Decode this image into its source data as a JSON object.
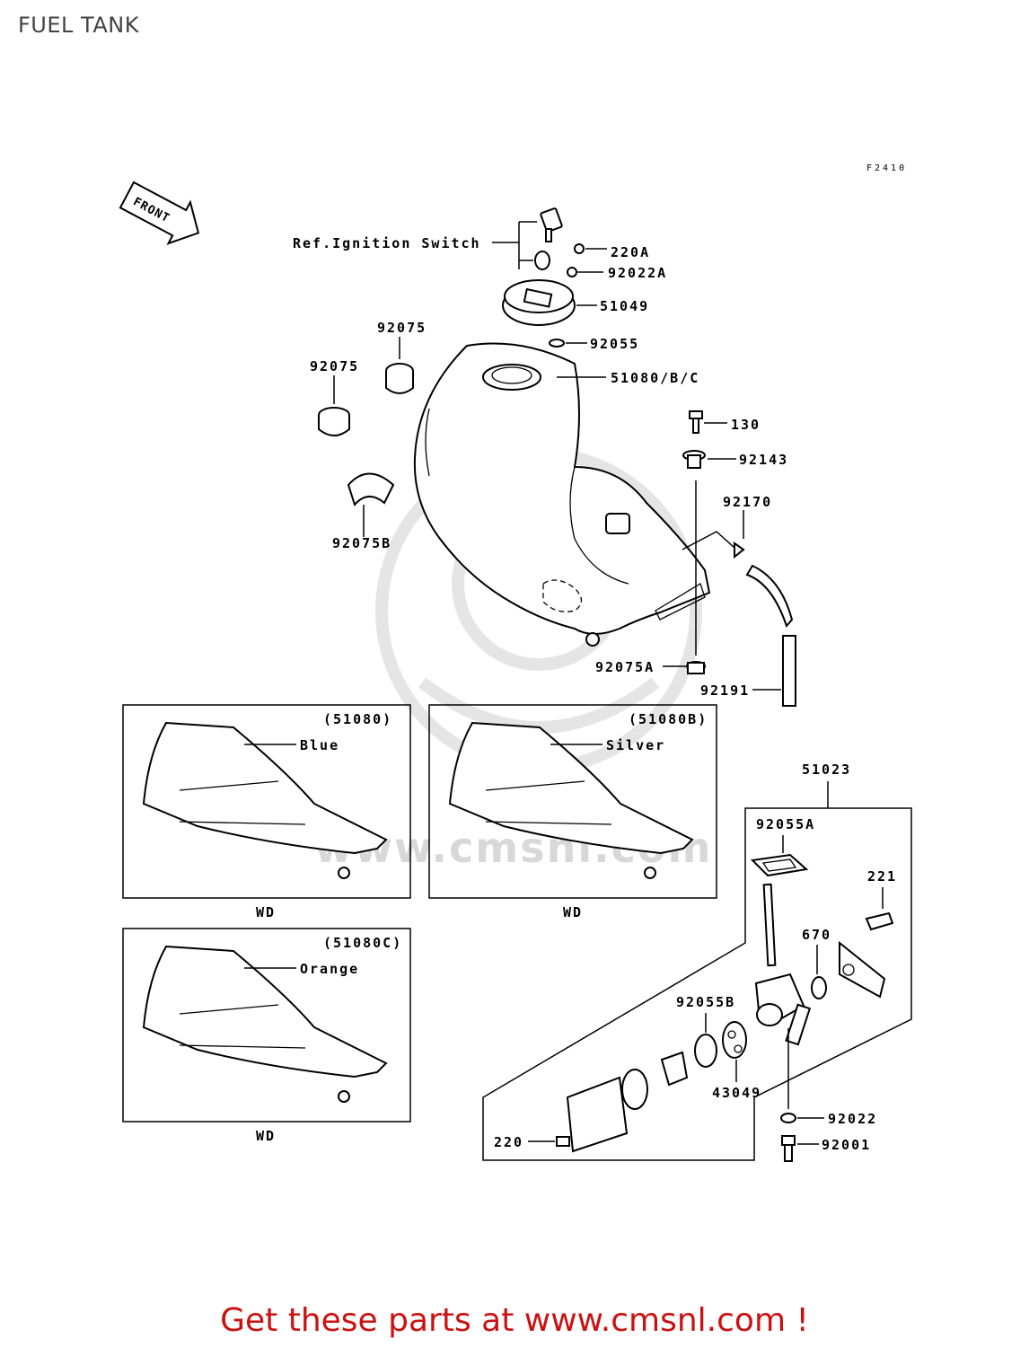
{
  "page": {
    "title": "FUEL TANK"
  },
  "figure": {
    "code": "F2410",
    "front_label": "FRONT"
  },
  "callouts": {
    "ref_ignition": "Ref.Ignition Switch",
    "p220A": "220A",
    "p92022A": "92022A",
    "p51049": "51049",
    "p92055": "92055",
    "p51080BC": "51080/B/C",
    "p92075_a": "92075",
    "p92075_b": "92075",
    "p92075B": "92075B",
    "p130": "130",
    "p92143": "92143",
    "p92170": "92170",
    "p92075A": "92075A",
    "p92191": "92191",
    "p51023": "51023",
    "p92055A": "92055A",
    "p221": "221",
    "p670": "670",
    "p92055B": "92055B",
    "p43049": "43049",
    "p220": "220",
    "p92022": "92022",
    "p92001": "92001"
  },
  "variants": [
    {
      "part": "(51080)",
      "color": "Blue",
      "market": "WD"
    },
    {
      "part": "(51080B)",
      "color": "Silver",
      "market": "WD"
    },
    {
      "part": "(51080C)",
      "color": "Orange",
      "market": "WD"
    }
  ],
  "watermark": {
    "text": "www.cmsnl.com"
  },
  "footer": {
    "cta": "Get these parts at www.cmsnl.com !"
  },
  "colors": {
    "cta": "#cc1111",
    "title": "#444444",
    "watermark": "#cfcfcf"
  }
}
